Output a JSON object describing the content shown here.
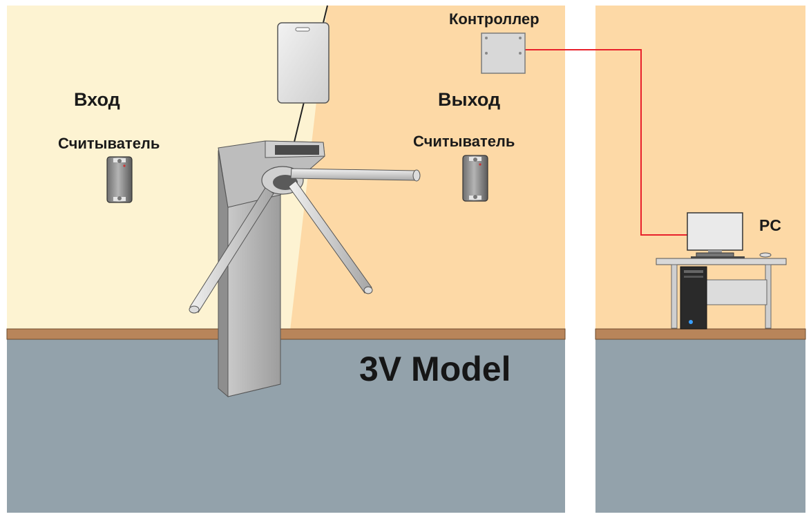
{
  "labels": {
    "entry": "Вход",
    "exit": "Выход",
    "entry_reader": "Считыватель",
    "exit_reader": "Считыватель",
    "controller": "Контроллер",
    "pc": "PC",
    "model": "3V Model"
  },
  "colors": {
    "entry_wall": "#fdf3d2",
    "exit_wall": "#fdd9a6",
    "floor": "#93a2ab",
    "baseboard": "#b8855a",
    "cable": "#e8202a",
    "turnstile": "#b5b5b5"
  }
}
